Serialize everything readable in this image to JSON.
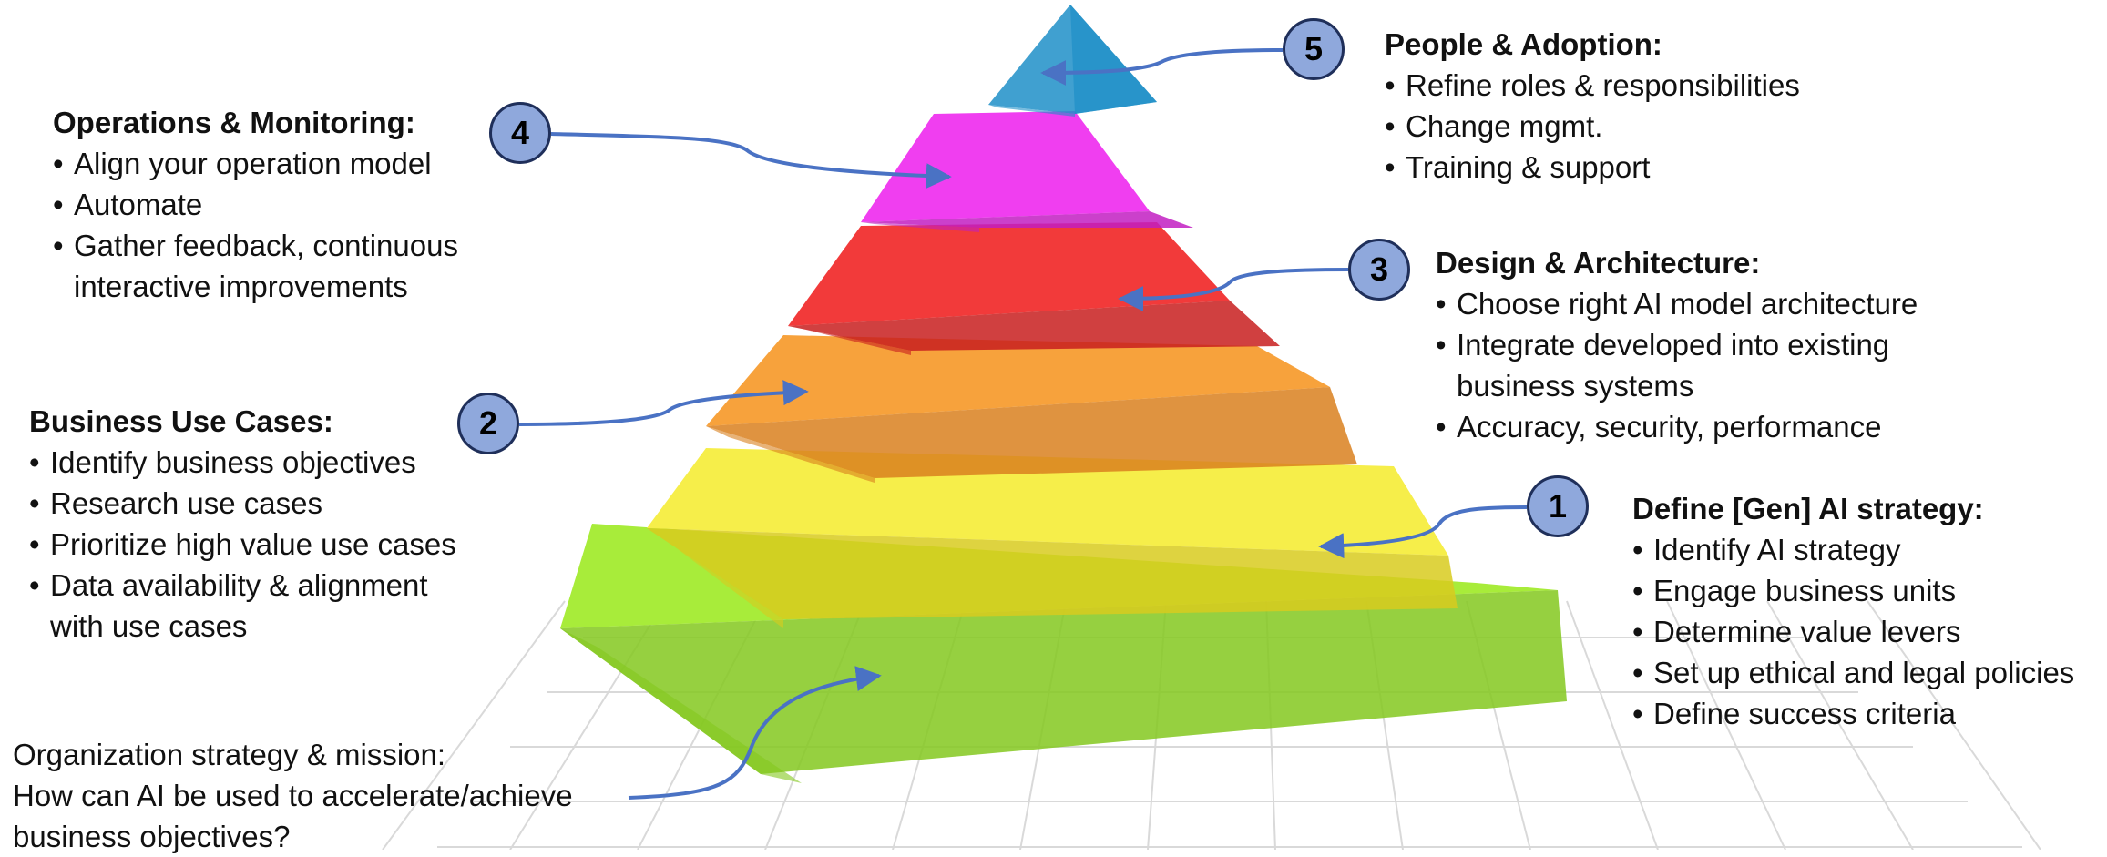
{
  "tiers": [
    {
      "number": "1",
      "color_front": "#f6ee4a",
      "color_side": "#d8cb1e",
      "title": "Define [Gen] AI strategy:",
      "items": [
        "Identify AI strategy",
        "Engage business units",
        "Determine value levers",
        "Set up ethical and legal policies",
        "Define success criteria"
      ]
    },
    {
      "number": "2",
      "color_front": "#f7a23c",
      "color_side": "#d9801e",
      "title": "Business Use Cases:",
      "items": [
        "Identify business objectives",
        "Research use cases",
        "Prioritize high value use cases",
        "Data availability & alignment\nwith use cases"
      ]
    },
    {
      "number": "3",
      "color_front": "#f23a3a",
      "color_side": "#c81e1e",
      "title": "Design & Architecture:",
      "items": [
        "Choose right AI model architecture",
        "Integrate developed into existing\nbusiness systems",
        "Accuracy, security, performance"
      ]
    },
    {
      "number": "4",
      "color_front": "#f03ef0",
      "color_side": "#c21ec2",
      "title": "Operations & Monitoring:",
      "items": [
        "Align your operation model",
        "Automate",
        "Gather feedback, continuous\ninteractive improvements"
      ]
    },
    {
      "number": "5",
      "color_front": "#35b6ee",
      "color_side": "#1e8fc8",
      "title": "People & Adoption:",
      "items": [
        "Refine roles & responsibilities",
        "Change mgmt.",
        "Training & support"
      ]
    }
  ],
  "base": {
    "color_front": "#a8ec3a",
    "color_side": "#84c81e",
    "text": "Organization strategy & mission:\nHow can AI be used to accelerate/achieve\nbusiness objectives?"
  },
  "colors": {
    "arrow": "#4a72c4",
    "badge_fill": "#8fa8dc",
    "badge_border": "#1f2f5a",
    "grid": "#d9d9d9"
  }
}
